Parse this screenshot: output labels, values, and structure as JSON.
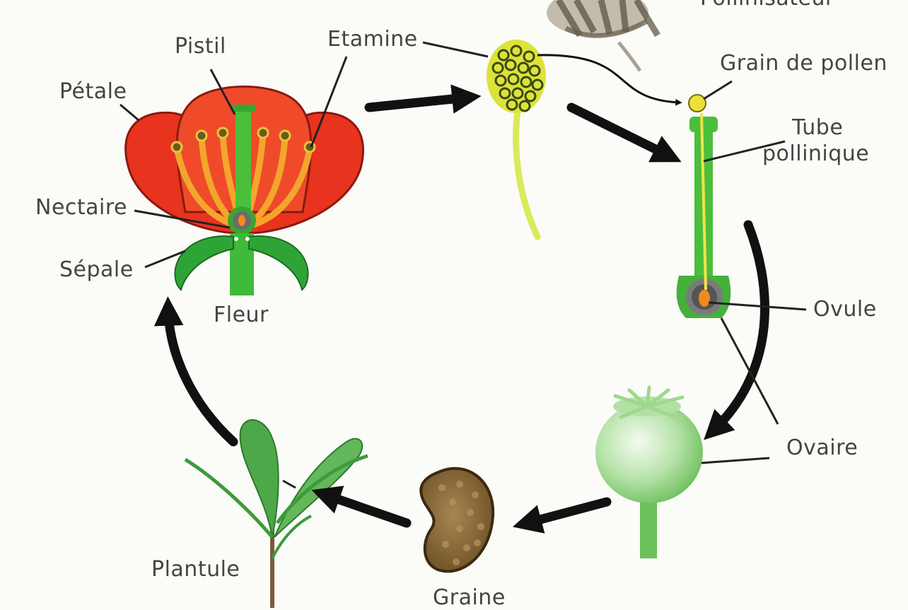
{
  "diagram": {
    "labels": {
      "pistil": "Pistil",
      "etamine": "Etamine",
      "pollinisateur": "Pollinisateur",
      "petale": "Pétale",
      "grain_de_pollen": "Grain de pollen",
      "tube_pollinique_1": "Tube",
      "tube_pollinique_2": "pollinique",
      "nectaire": "Nectaire",
      "sepale": "Sépale",
      "fleur": "Fleur",
      "ovule": "Ovule",
      "ovaire": "Ovaire",
      "plantule": "Plantule",
      "graine": "Graine"
    },
    "stages": [
      "Fleur",
      "Etamine",
      "Grain de pollen",
      "Ovaire",
      "Graine",
      "Plantule"
    ],
    "colors": {
      "petal_red": "#e8331e",
      "stamen_orange": "#f3a52c",
      "pistil_green": "#4bbf3a",
      "sepal_green": "#2fa436",
      "pollen_yellow": "#dde23a",
      "ovule_orange": "#f08a1e",
      "seed_brown": "#8a6a3a",
      "capsule_green": "#a7d99a",
      "arrow": "#111111",
      "label_text": "#444444"
    }
  }
}
